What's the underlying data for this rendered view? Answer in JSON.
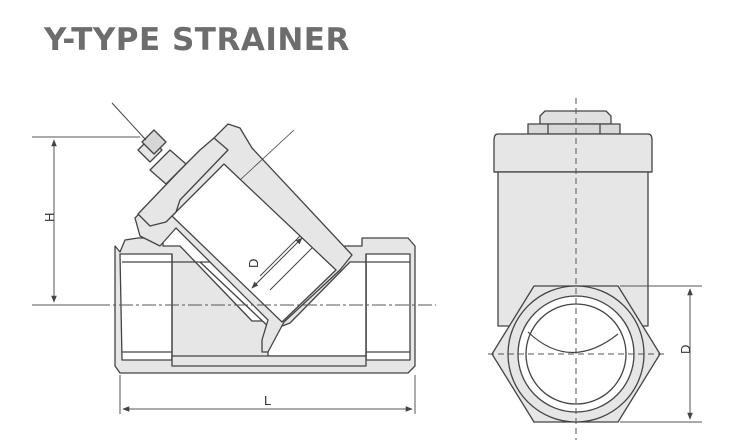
{
  "title": "Y-TYPE STRAINER",
  "dimensions": {
    "H": "H",
    "D_inner": "D",
    "L": "L",
    "D_side": "D"
  },
  "colors": {
    "title": "#6d6d6d",
    "body_fill": "#e6e6e6",
    "outline": "#444444",
    "screen_fill": "#ffffff",
    "dim_line": "#555555"
  }
}
